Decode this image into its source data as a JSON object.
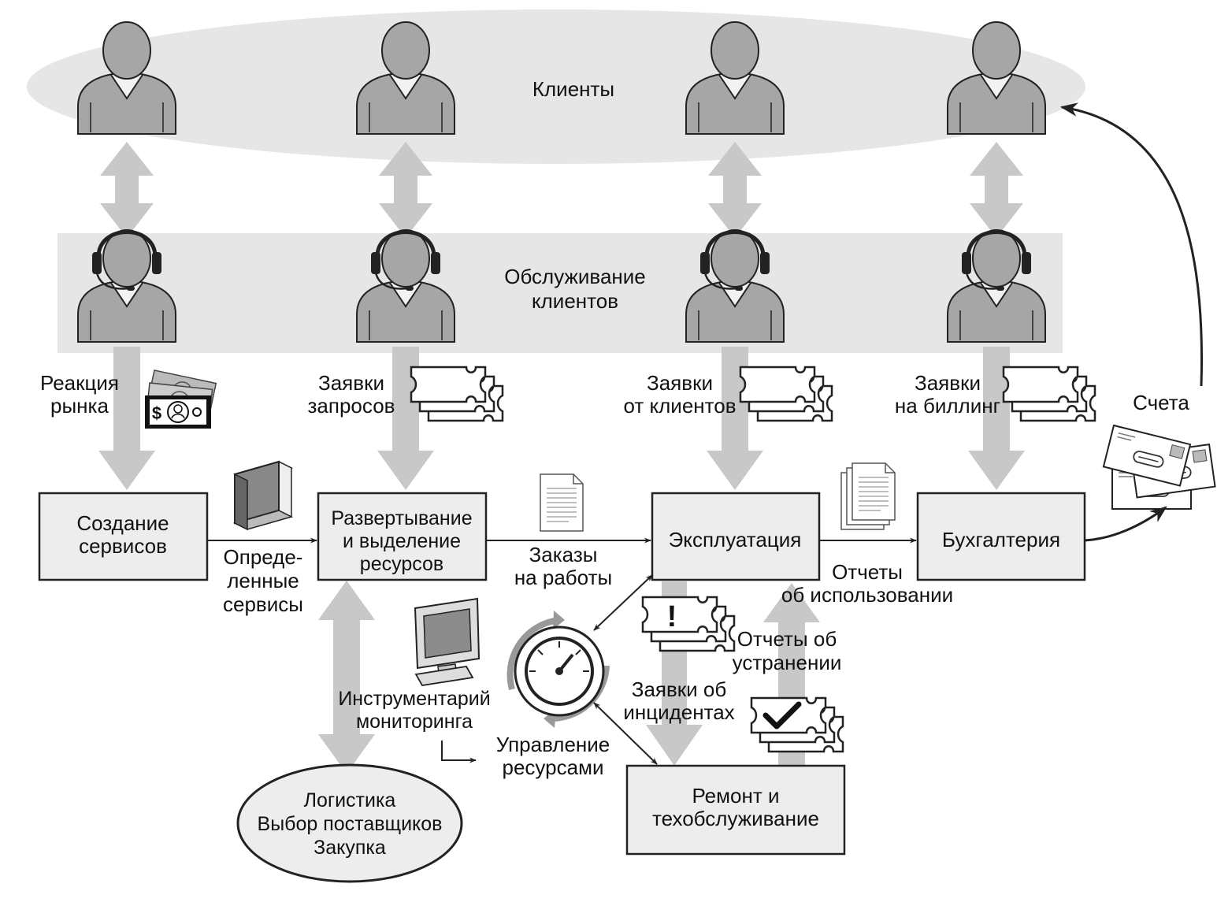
{
  "colors": {
    "ellipse_fill": "#e6e6e6",
    "band_fill": "#e6e6e6",
    "figure_fill": "#a6a6a6",
    "box_fill": "#ededed",
    "fat_arrow": "#c8c8c8",
    "line": "#222222"
  },
  "labels": {
    "clients": "Клиенты",
    "service_line1": "Обслуживание",
    "service_line2": "клиентов",
    "market_line1": "Реакция",
    "market_line2": "рынка",
    "req_line1": "Заявки",
    "req_line2": "запросов",
    "cli_line1": "Заявки",
    "cli_line2": "от клиентов",
    "bill_line1": "Заявки",
    "bill_line2": "на биллинг",
    "invoices": "Счета",
    "defined_line1": "Опреде-",
    "defined_line2": "ленные",
    "defined_line3": "сервисы",
    "orders_line1": "Заказы",
    "orders_line2": "на работы",
    "usage_line1": "Отчеты",
    "usage_line2": "об использовании",
    "fix_line1": "Отчеты об",
    "fix_line2": "устранении",
    "incident_line1": "Заявки об",
    "incident_line2": "инцидентах",
    "monitoring_line1": "Инструментарий",
    "monitoring_line2": "мониторинга",
    "resource_line1": "Управление",
    "resource_line2": "ресурсами"
  },
  "boxes": {
    "create_line1": "Создание",
    "create_line2": "сервисов",
    "deploy_line1": "Развертывание",
    "deploy_line2": "и выделение",
    "deploy_line3": "ресурсов",
    "operate": "Эксплуатация",
    "accounting": "Бухгалтерия",
    "repair_line1": "Ремонт и",
    "repair_line2": "техобслуживание",
    "logistics_line1": "Логистика",
    "logistics_line2": "Выбор поставщиков",
    "logistics_line3": "Закупка"
  },
  "icons": [
    "client-icon",
    "operator-headset-icon",
    "money-icon",
    "ticket-icon",
    "book-icon",
    "document-icon",
    "documents-stack-icon",
    "envelope-icon",
    "monitor-icon",
    "gauge-icon",
    "alert-ticket-icon",
    "check-ticket-icon"
  ]
}
